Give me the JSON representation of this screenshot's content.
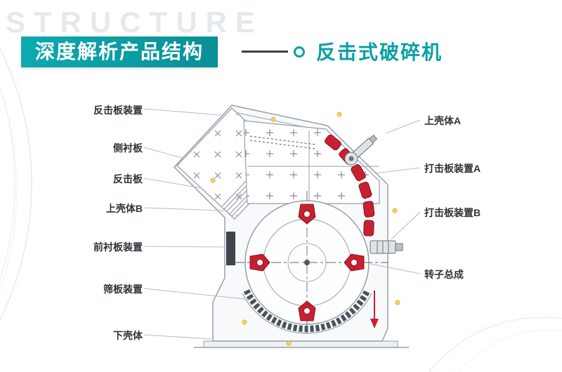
{
  "watermark": "STRUCTURE",
  "header": {
    "title": "深度解析产品结构",
    "machine_name": "反击式破碎机",
    "accent_color": "#0ba0a6"
  },
  "diagram": {
    "highlight_color": "#c72030",
    "labels_left": [
      "反击板装置",
      "侧衬板",
      "反击板",
      "上壳体B",
      "前衬板装置",
      "筛板装置",
      "下壳体"
    ],
    "labels_right": [
      "上壳体A",
      "打击板装置A",
      "打击板装置B",
      "转子总成"
    ]
  }
}
